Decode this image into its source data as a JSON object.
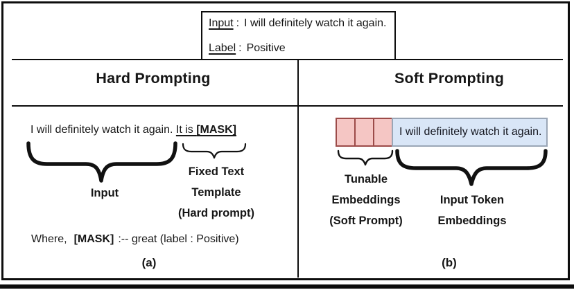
{
  "example_box": {
    "input_label": "Input",
    "separator": ":",
    "input_value": "I will definitely watch it again.",
    "label_label": "Label",
    "label_value": "Positive"
  },
  "hard": {
    "title": "Hard Prompting",
    "sentence_input": "I will definitely watch it again. ",
    "template_prefix": "It is ",
    "template_mask": "[MASK]",
    "input_brace_label": "Input",
    "template_brace_labels": [
      "Fixed Text",
      "Template",
      "(Hard prompt)"
    ],
    "where_prefix": "Where,",
    "where_mask": "[MASK]",
    "where_suffix": ":-- great (label : Positive)",
    "caption": "(a)"
  },
  "soft": {
    "title": "Soft Prompting",
    "tunable_cell_count": 3,
    "input_text": "I will definitely watch it again.",
    "tunable_brace_labels": [
      "Tunable",
      "Embeddings",
      "(Soft Prompt)"
    ],
    "input_brace_labels": [
      "Input Token",
      "Embeddings"
    ],
    "caption": "(b)"
  },
  "colors": {
    "frame": "#0d0d0d",
    "text": "#161616",
    "tunable_fill": "#f5c6c4",
    "tunable_border": "#9c4b49",
    "input_fill": "#d9e6f7",
    "input_border": "#9aa6b6"
  }
}
